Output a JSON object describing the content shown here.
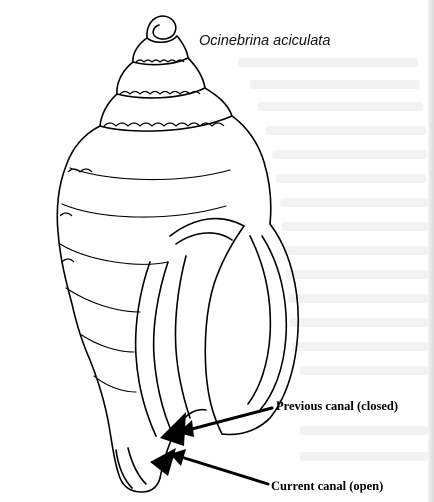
{
  "figure": {
    "species_name": "Ocinebrina aciculata",
    "labels": {
      "previous_canal": "Previous canal (closed)",
      "current_canal": "Current canal (open)"
    },
    "colors": {
      "ink": "#000000",
      "paper": "#ffffff",
      "bleed_through": "#e8e8e8"
    }
  }
}
